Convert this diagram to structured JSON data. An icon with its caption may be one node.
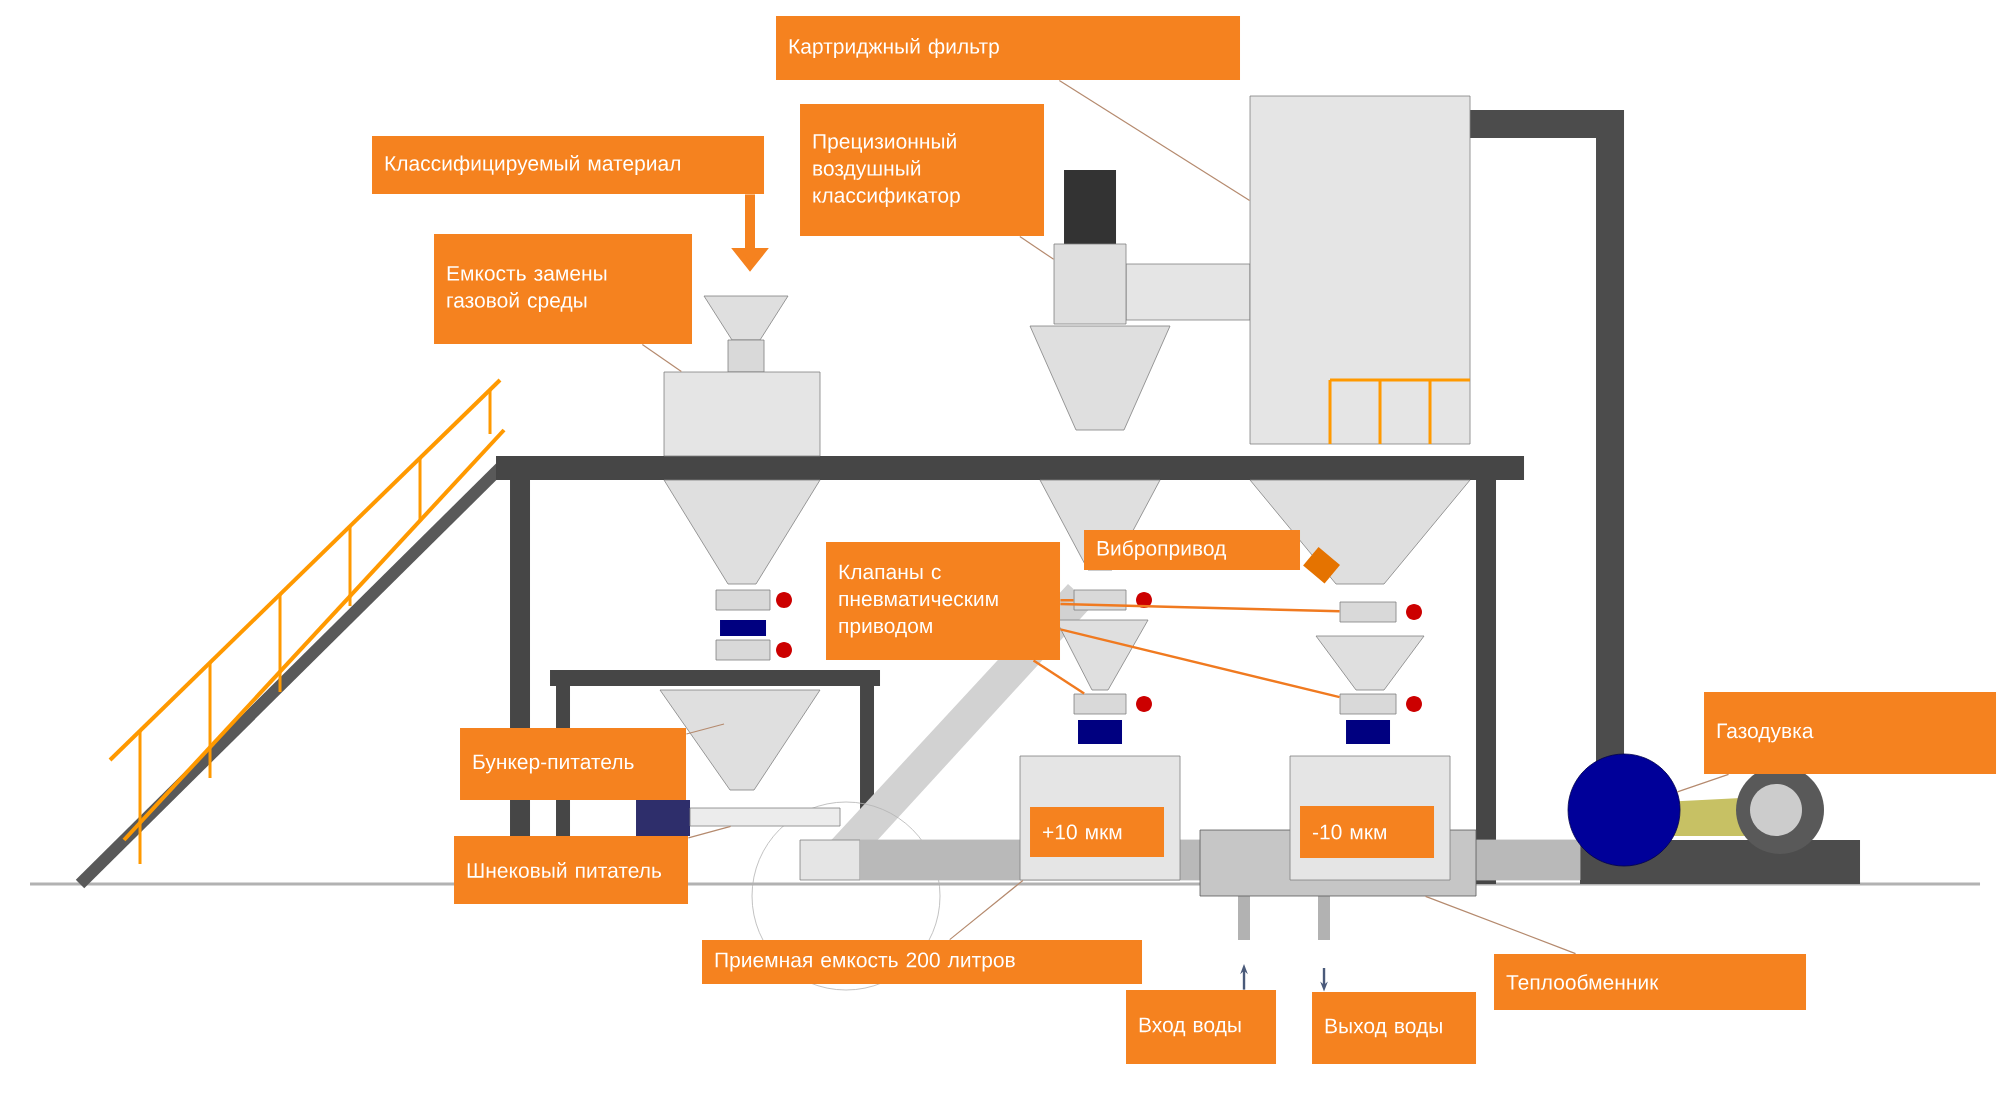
{
  "diagram": {
    "nodes": [
      {
        "text": [
          "Картриджный фильтр"
        ]
      },
      {
        "text": [],
        "shape": "cylinder"
      },
      {
        "text": [
          "Прецизионный воздушный классификатор"
        ]
      },
      {
        "text": [],
        "shape": "cylinder"
      },
      {
        "text": [
          "Классифицируемый материал"
        ]
      },
      {
        "text": [
          "Емкость замены газовой среды"
        ]
      },
      {
        "text": [],
        "shape": "cylinder"
      },
      {
        "text": [
          "Клапаны с пневматическим приводом"
        ]
      },
      {
        "text": [
          "Вибропривод"
        ]
      },
      {
        "text": [],
        "shape": "box"
      },
      {
        "text": [],
        "shape": "box"
      },
      {
        "text": [],
        "shape": "box"
      },
      {
        "text": [],
        "shape": "box"
      },
      {
        "text": [
          "Бункер-питатель"
        ]
      },
      {
        "text": [
          "Шнековый питатель"
        ]
      },
      {
        "text": [],
        "shape": "box"
      },
      {
        "text": [],
        "shape": "cylinder"
      },
      {
        "text": [
          "+10 мкм"
        ],
        "in": 16
      },
      {
        "text": [],
        "shape": "cylinder"
      },
      {
        "text": [
          "-10 мкм"
        ],
        "in": 18
      },
      {
        "text": [],
        "shape": "box"
      },
      {
        "text": [
          "Приемная емкость 200 литров"
        ]
      },
      {
        "text": [
          "Вход воды"
        ]
      },
      {
        "text": [
          "Выход воды"
        ]
      },
      {
        "text": [
          "Теплообменник"
        ]
      },
      {
        "text": [],
        "shape": "circle"
      },
      {
        "text": [
          "Газодувка"
        ]
      },
      {
        "text": [],
        "shape": "bar"
      }
    ],
    "edges": [
      {
        "from": 0,
        "to": 1,
        "arrow": "none"
      },
      {
        "from": 2,
        "to": 3,
        "arrow": "none"
      },
      {
        "from": 4,
        "to": null,
        "arrow": "to",
        "style": "thick",
        "color": "#f5821f"
      },
      {
        "from": 5,
        "to": 6,
        "arrow": "none"
      },
      {
        "from": 7,
        "to": 9,
        "arrow": "none",
        "color": "#f07a20"
      },
      {
        "from": 7,
        "to": 10,
        "arrow": "none",
        "color": "#f07a20"
      },
      {
        "from": 7,
        "to": 11,
        "arrow": "none",
        "color": "#f07a20"
      },
      {
        "from": 7,
        "to": 12,
        "arrow": "none",
        "color": "#f07a20"
      },
      {
        "from": 13,
        "to": null,
        "arrow": "none"
      },
      {
        "from": 14,
        "to": 15,
        "arrow": "none"
      },
      {
        "from": 21,
        "to": 16,
        "arrow": "none"
      },
      {
        "from": 22,
        "to": null,
        "arrow": "to",
        "color": "#4a5a7a"
      },
      {
        "from": null,
        "to": 23,
        "arrow": "to",
        "color": "#4a5a7a"
      },
      {
        "from": 24,
        "to": 20,
        "arrow": "none"
      },
      {
        "from": 26,
        "to": 25,
        "arrow": "none"
      }
    ]
  }
}
